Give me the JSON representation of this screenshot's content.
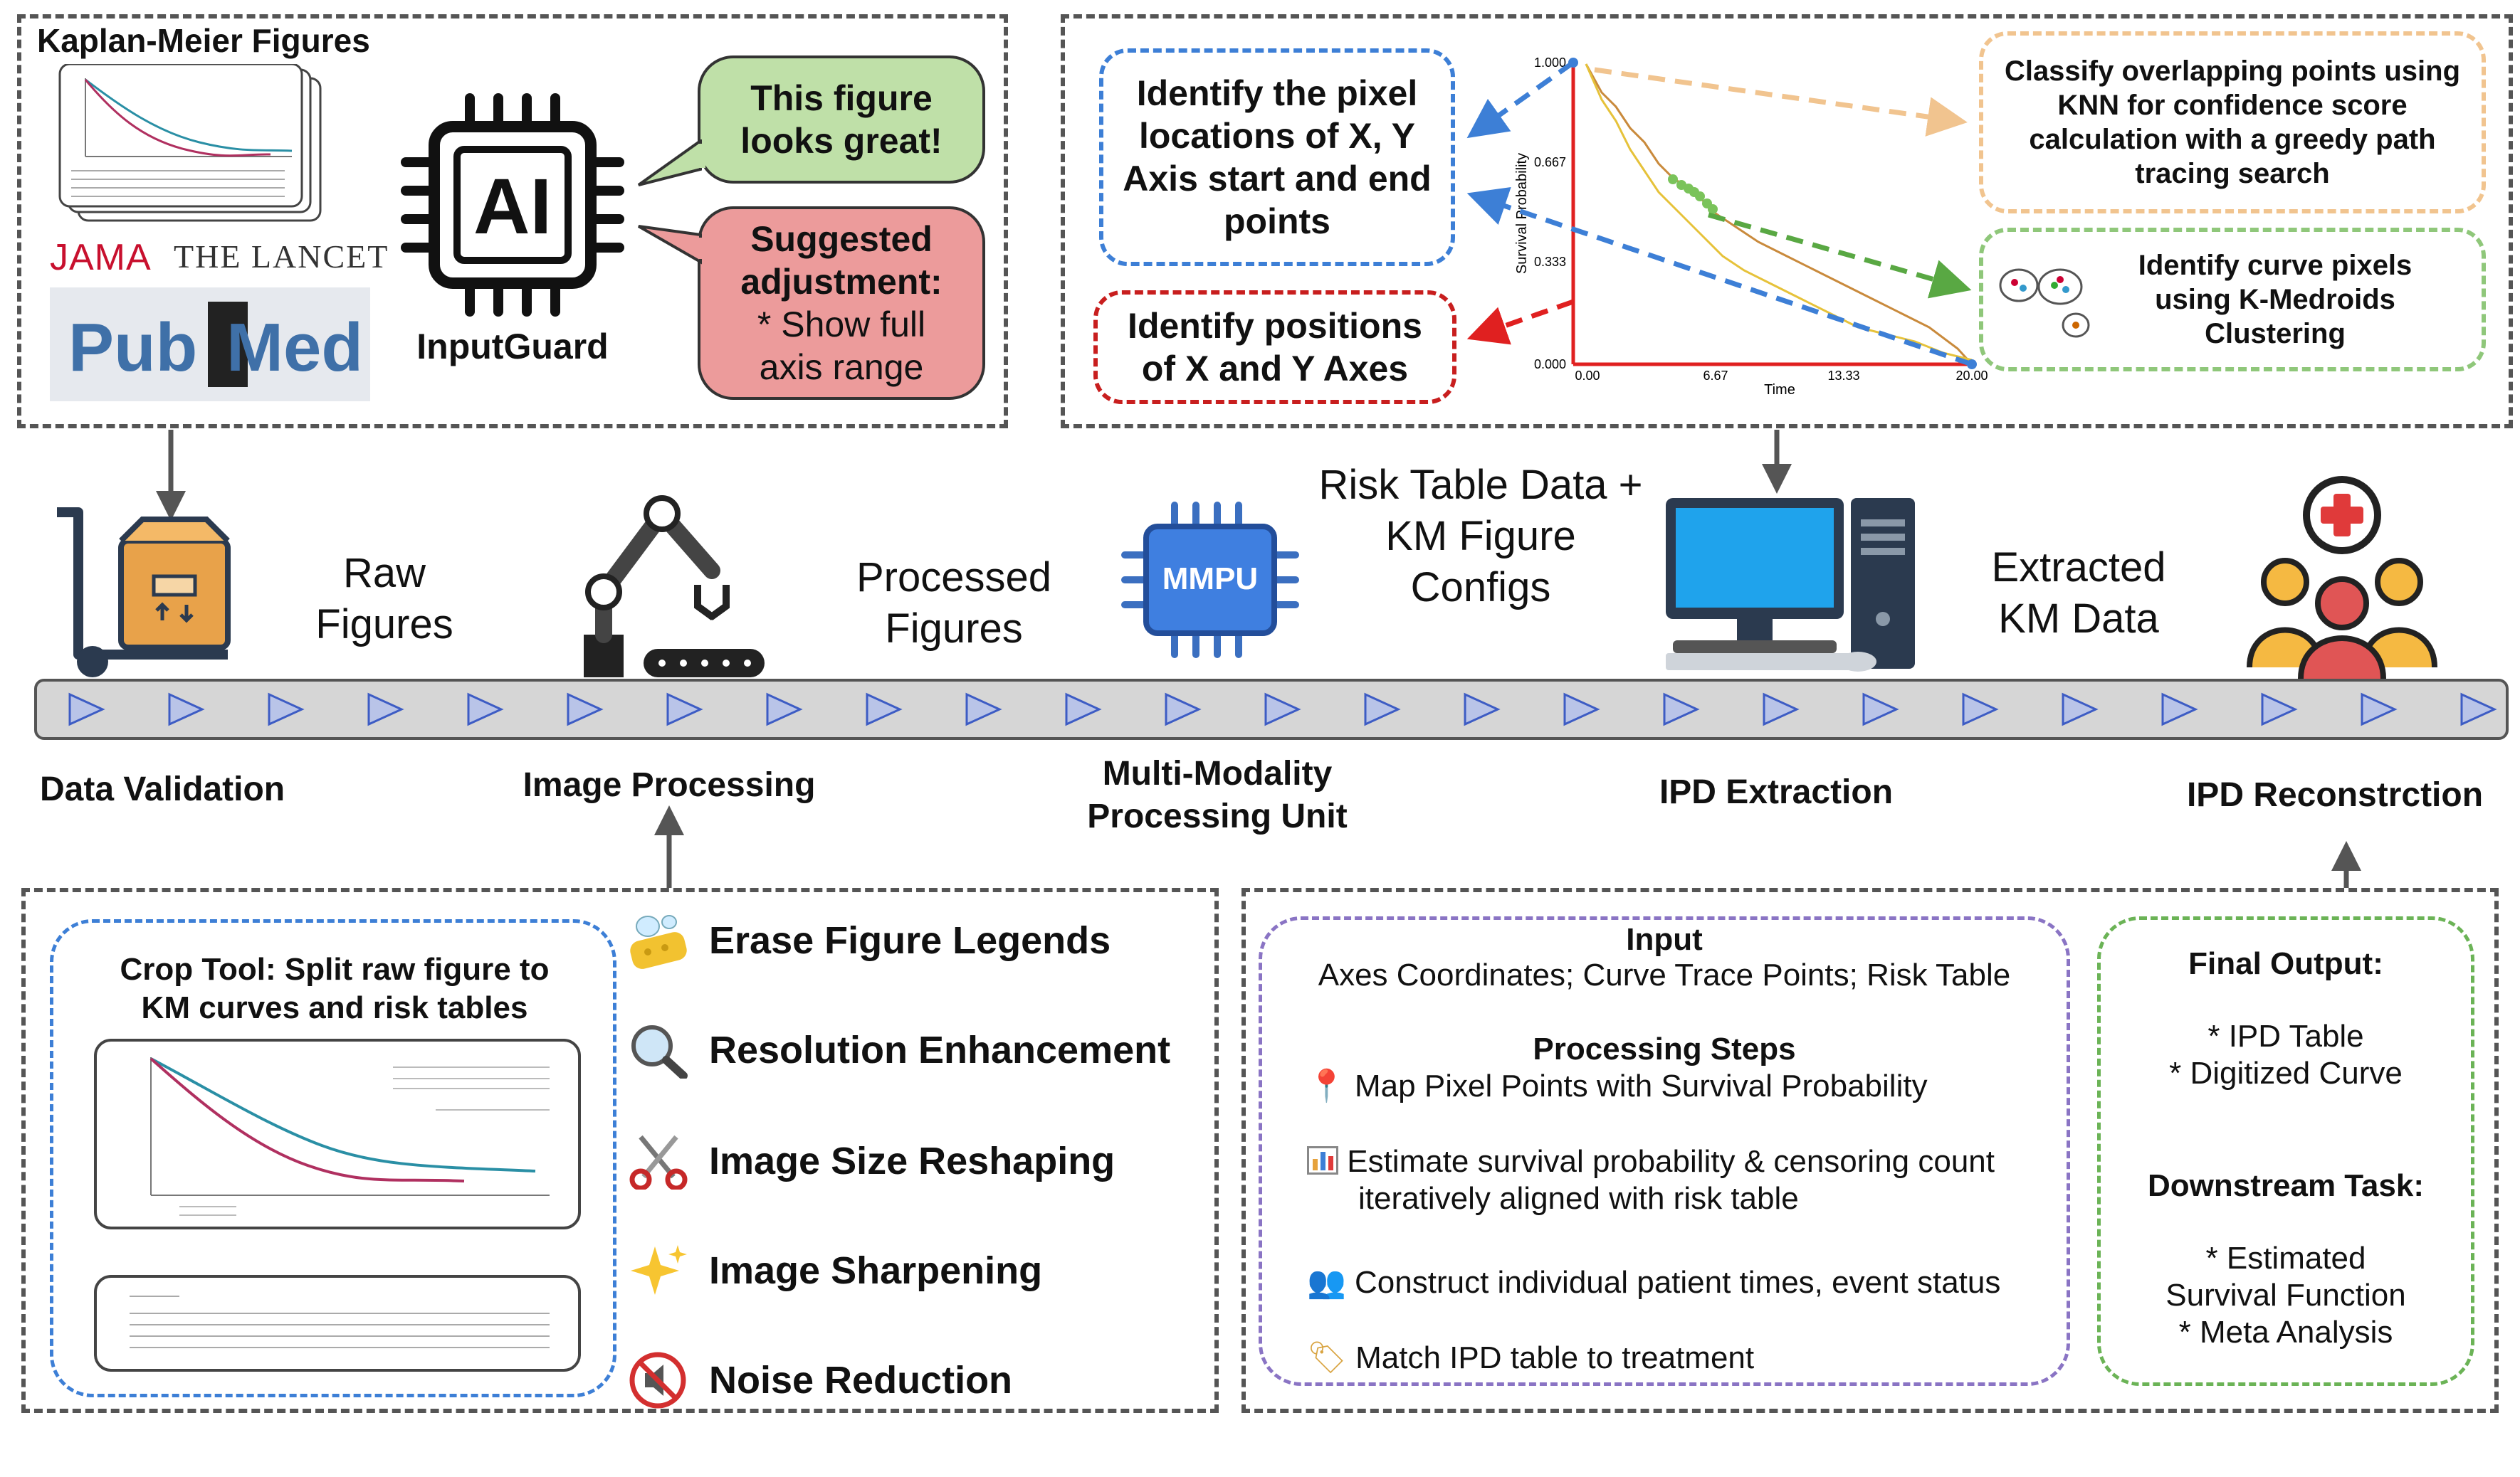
{
  "top_left": {
    "title": "Kaplan-Meier Figures",
    "logo_jama": "JAMA",
    "logo_lancet": "THE LANCET",
    "logo_pubmed_a": "Pub",
    "logo_pubmed_b": "Med",
    "chip_text": "AI",
    "chip_name": "InputGuard",
    "bubble_good": "This figure looks great!",
    "bubble_bad_title": "Suggested adjustment:",
    "bubble_bad_body": "* Show full axis range"
  },
  "top_right": {
    "box_pixel": "Identify the pixel locations of X, Y Axis start and end points",
    "box_axes": "Identify positions of X and Y Axes",
    "box_knn": "Classify overlapping points using KNN for confidence score calculation with a greedy path tracing search",
    "box_kmedoids": "Identify curve pixels using K-Medroids Clustering",
    "chart_ylabel": "Survival Probability",
    "chart_xlabel": "Time",
    "y_ticks": [
      "1.000",
      "0.667",
      "0.333",
      "0.000"
    ],
    "x_ticks": [
      "0.00",
      "6.67",
      "13.33",
      "20.00"
    ]
  },
  "flow": {
    "raw_figures": "Raw Figures",
    "processed_figures": "Processed Figures",
    "mmpu_chip": "MMPU",
    "risk_table": "Risk Table Data + KM Figure Configs",
    "extracted": "Extracted KM Data",
    "stages": {
      "data_validation": "Data Validation",
      "image_processing": "Image Processing",
      "mmpu": "Multi-Modality Processing Unit",
      "ipd_extraction": "IPD Extraction",
      "ipd_reconstruction": "IPD Reconstrction"
    }
  },
  "bottom_left": {
    "crop_title": "Crop Tool: Split raw figure to KM curves and risk tables",
    "tools": [
      {
        "label": "Erase Figure Legends",
        "icon": "sponge-icon"
      },
      {
        "label": "Resolution Enhancement",
        "icon": "magnifier-icon"
      },
      {
        "label": "Image Size Reshaping",
        "icon": "scissors-icon"
      },
      {
        "label": "Image Sharpening",
        "icon": "sparkles-icon"
      },
      {
        "label": "Noise Reduction",
        "icon": "mute-icon"
      }
    ]
  },
  "bottom_right": {
    "input_title": "Input",
    "input_body": "Axes Coordinates; Curve Trace Points; Risk Table",
    "steps_title": "Processing Steps",
    "steps": [
      {
        "icon": "pin-icon",
        "text": "Map Pixel Points with Survival Probability"
      },
      {
        "icon": "bar-chart-icon",
        "text": "Estimate survival probability & censoring count"
      },
      {
        "icon": "",
        "text": "iteratively aligned with risk table"
      },
      {
        "icon": "people-icon",
        "text": "Construct individual patient times, event status"
      },
      {
        "icon": "tag-icon",
        "text": "Match IPD table to treatment"
      }
    ],
    "final_title": "Final Output:",
    "final_items": [
      "* IPD Table",
      "* Digitized Curve"
    ],
    "downstream_title": "Downstream Task:",
    "downstream_items": [
      "* Estimated",
      "Survival Function",
      "* Meta Analysis"
    ]
  }
}
